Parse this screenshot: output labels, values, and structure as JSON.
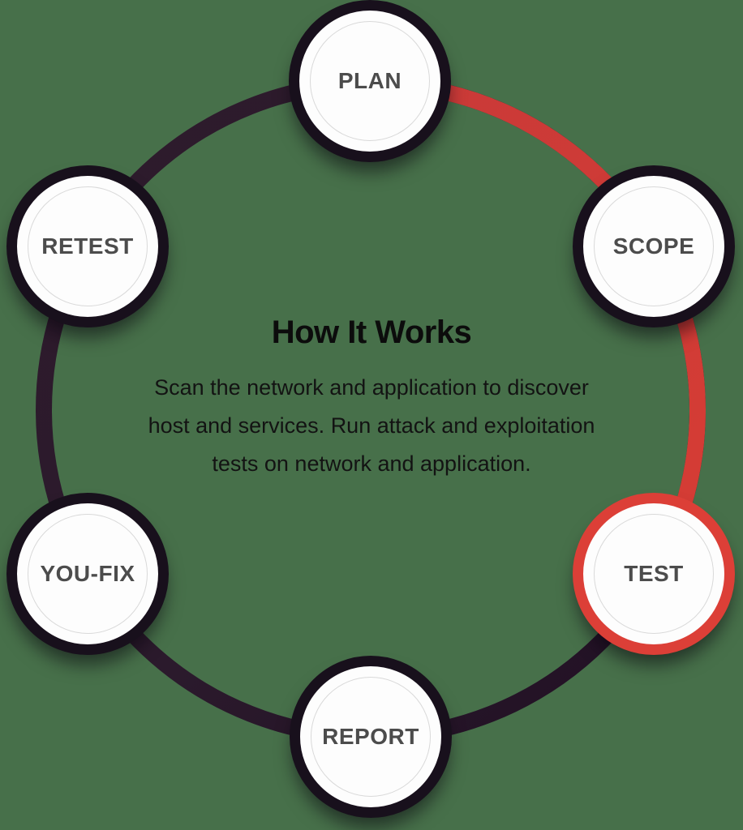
{
  "diagram": {
    "title": "How It Works",
    "description": "Scan the network and application to discover host and services. Run attack and exploitation tests on network and application.",
    "active_step": "TEST",
    "nodes": [
      {
        "label": "PLAN",
        "active": false
      },
      {
        "label": "SCOPE",
        "active": false
      },
      {
        "label": "TEST",
        "active": true
      },
      {
        "label": "REPORT",
        "active": false
      },
      {
        "label": "YOU-FIX",
        "active": false
      },
      {
        "label": "RETEST",
        "active": false
      }
    ],
    "colors": {
      "background": "#47704A",
      "ring_dark": "#291627",
      "ring_accent_red": "#D23B36",
      "active_node_border": "#DC3F37",
      "node_border": "#18101C",
      "node_fill": "#FDFDFD",
      "inner_ring": "#D9D9D9",
      "label_text": "#4C4C4C",
      "title_text": "#0C0C0C"
    }
  }
}
